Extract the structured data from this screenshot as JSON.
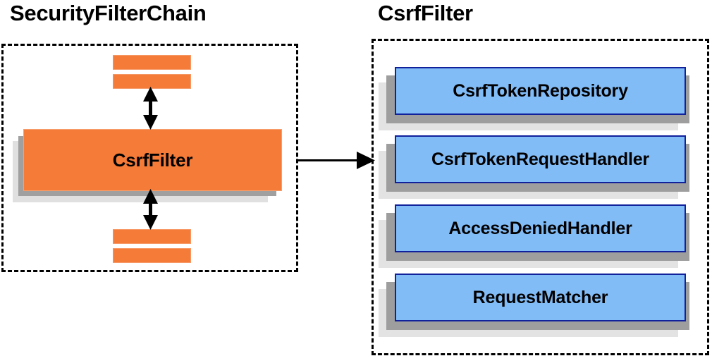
{
  "diagram": {
    "title_left": "SecurityFilterChain",
    "title_right": "CsrfFilter",
    "colors": {
      "orange_fill": "#f47b38",
      "orange_border": "#f7a070",
      "blue_fill": "#82bcf7",
      "blue_border": "#10219b",
      "shadow_mid": "#9e9e9e",
      "shadow_back": "#e3e3e3",
      "outline": "#000000",
      "background": "#ffffff"
    }
  },
  "left_panel": {
    "title": "SecurityFilterChain",
    "container": "dashed-rectangle",
    "focus_box": {
      "label": "CsrfFilter",
      "style": "stacked-orange-box"
    },
    "top_bars": [
      {
        "label": "",
        "style": "orange-bar"
      },
      {
        "label": "",
        "style": "orange-bar"
      }
    ],
    "bottom_bars": [
      {
        "label": "",
        "style": "orange-bar"
      },
      {
        "label": "",
        "style": "orange-bar"
      }
    ],
    "connectors": [
      {
        "name": "arrow-above-csrffilter",
        "kind": "double-headed-vertical"
      },
      {
        "name": "arrow-below-csrffilter",
        "kind": "double-headed-vertical"
      }
    ]
  },
  "bridge": {
    "name": "expand-arrow",
    "kind": "single-headed-horizontal",
    "from": "SecurityFilterChain.CsrfFilter",
    "to": "CsrfFilter"
  },
  "right_panel": {
    "title": "CsrfFilter",
    "container": "dashed-rectangle",
    "components": [
      {
        "label": "CsrfTokenRepository"
      },
      {
        "label": "CsrfTokenRequestHandler"
      },
      {
        "label": "AccessDeniedHandler"
      },
      {
        "label": "RequestMatcher"
      }
    ]
  }
}
